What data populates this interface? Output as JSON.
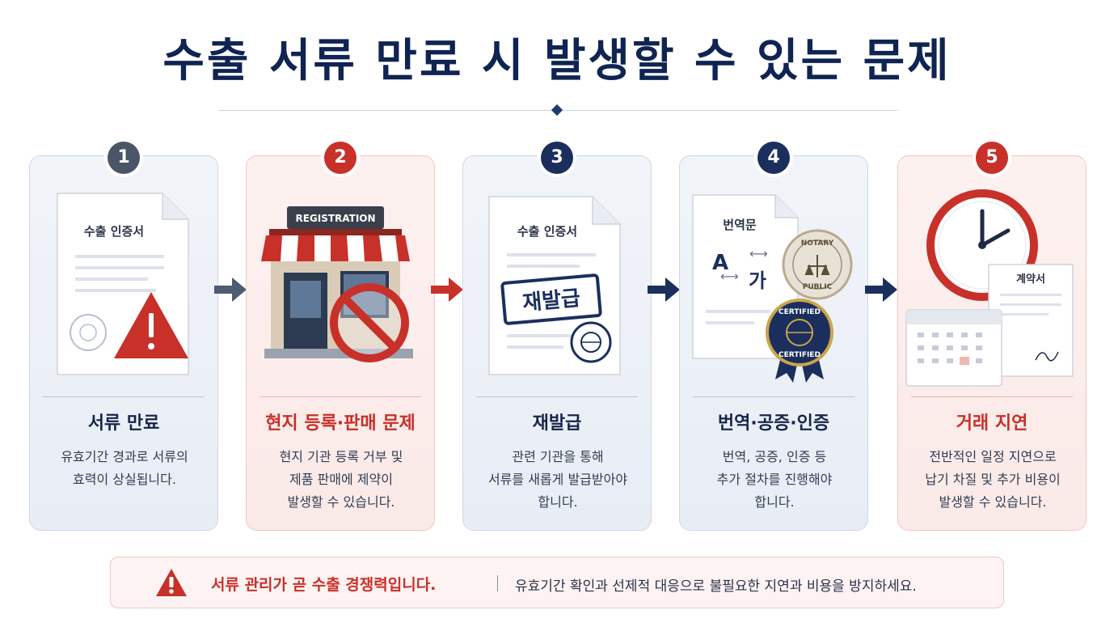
{
  "title": "수출 서류 만료 시 발생할 수 있는 문제",
  "cards": [
    {
      "number": "1",
      "title": "서류 만료",
      "desc": [
        "유효기간 경과로 서류의",
        "효력이 상실됩니다."
      ],
      "doc_label": "수출 인증서"
    },
    {
      "number": "2",
      "title": "현지 등록·판매 문제",
      "desc": [
        "현지 기관 등록 거부 및",
        "제품 판매에 제약이",
        "발생할 수 있습니다."
      ],
      "sign_label": "REGISTRATION"
    },
    {
      "number": "3",
      "title": "재발급",
      "desc": [
        "관련 기관을 통해",
        "서류를 새롭게 발급받아야",
        "합니다."
      ],
      "doc_label": "수출 인증서",
      "stamp_label": "재발급"
    },
    {
      "number": "4",
      "title": "번역·공증·인증",
      "desc": [
        "번역, 공증, 인증 등",
        "추가 절차를 진행해야",
        "합니다."
      ],
      "doc_label": "번역문",
      "glyph_a": "A",
      "glyph_ga": "가",
      "seal_top": "NOTARY",
      "seal_bottom": "PUBLIC",
      "ribbon_top": "CERTIFIED",
      "ribbon_bottom": "CERTIFIED"
    },
    {
      "number": "5",
      "title": "거래 지연",
      "desc": [
        "전반적인 일정 지연으로",
        "납기 차질 및 추가 비용이",
        "발생할 수 있습니다."
      ],
      "doc_label": "계약서"
    }
  ],
  "footer": {
    "bold": "서류 관리가 곧 수출 경쟁력입니다.",
    "text": "유효기간 확인과 선제적 대응으로 불필요한 지연과 비용을 방지하세요."
  },
  "colors": {
    "navy": "#0f2452",
    "red": "#c8302a",
    "gray": "#4a5568"
  }
}
